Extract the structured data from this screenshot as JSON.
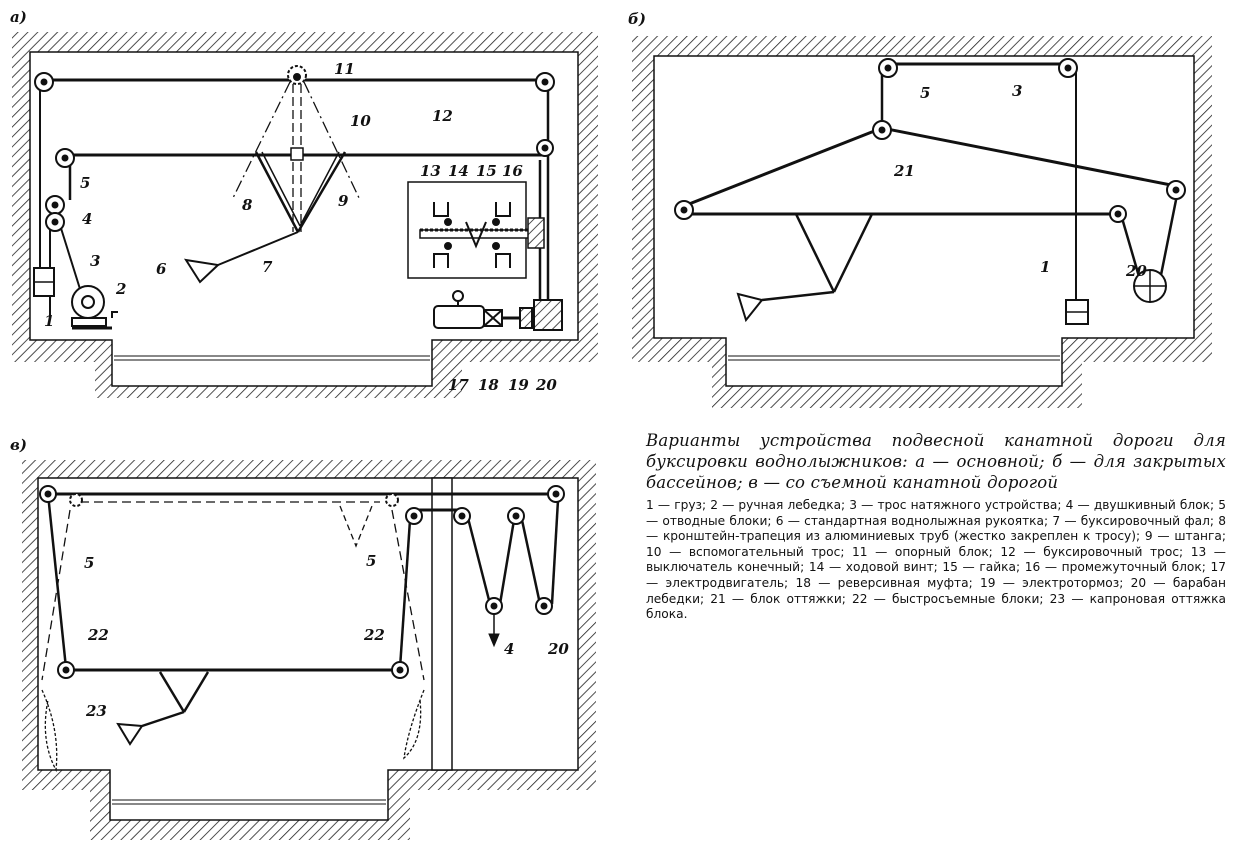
{
  "panels": {
    "a": {
      "letter": "а)",
      "callouts": [
        "1",
        "2",
        "3",
        "4",
        "5",
        "6",
        "7",
        "8",
        "9",
        "10",
        "11",
        "12",
        "13",
        "14",
        "15",
        "16",
        "17",
        "18",
        "19",
        "20"
      ]
    },
    "b": {
      "letter": "б)",
      "callouts": [
        "1",
        "3",
        "5",
        "20",
        "21"
      ]
    },
    "c": {
      "letter": "в)",
      "callouts": [
        "4",
        "5",
        "5",
        "20",
        "22",
        "22",
        "23"
      ]
    }
  },
  "caption": {
    "title": "Варианты устройства подвесной канатной дороги для буксировки воднолыжников: а — основной; б — для закрытых бассейнов; в — со съемной канатной дорогой",
    "legend": "1 — груз; 2 — ручная лебедка; 3 — трос натяжного устройства; 4 — двушкивный блок; 5 — отводные блоки; 6 — стандартная воднолыжная рукоятка; 7 — буксировочный фал; 8 — кронштейн-трапеция из алюминиевых труб (жестко закреплен к тросу); 9 — штанга; 10 — вспомогательный трос; 11 — опорный блок; 12 — буксировочный трос; 13 — выключатель конечный; 14 — ходовой винт; 15 — гайка; 16 — промежуточный блок; 17 — электродвигатель; 18 — реверсивная муфта; 19 — электротормоз; 20 — барабан лебедки; 21 — блок оттяжки; 22 — быстросъемные блоки; 23 — капроновая оттяжка блока."
  }
}
